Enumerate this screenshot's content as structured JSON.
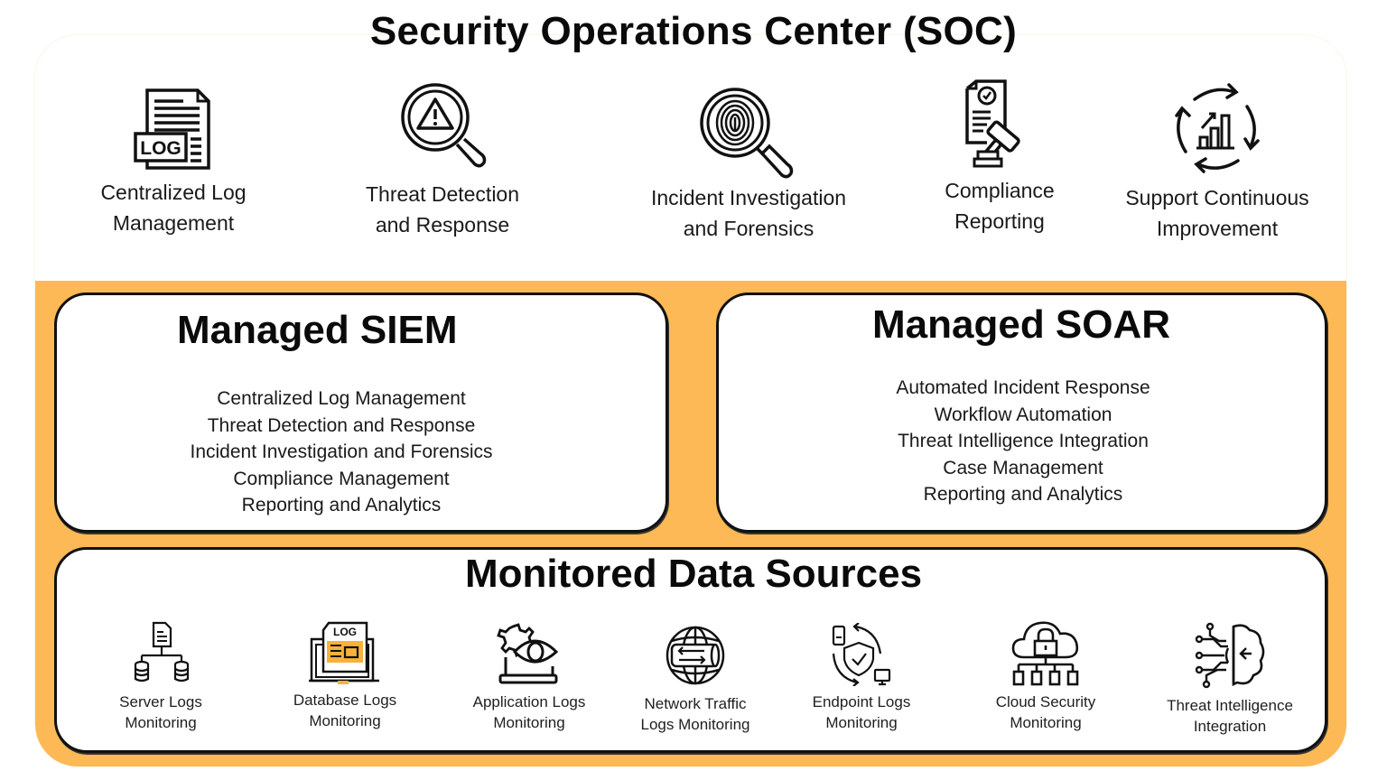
{
  "title": "Security Operations Center (SOC)",
  "colors": {
    "accent_orange": "#FDB955",
    "border": "#111111",
    "background": "#FFFFFF"
  },
  "soc_features": [
    {
      "icon": "log-document-icon",
      "line1": "Centralized Log",
      "line2": "Management"
    },
    {
      "icon": "threat-magnifier-icon",
      "line1": "Threat Detection",
      "line2": "and Response"
    },
    {
      "icon": "fingerprint-magnifier-icon",
      "line1": "Incident Investigation",
      "line2": "and Forensics"
    },
    {
      "icon": "compliance-gavel-icon",
      "line1": "Compliance",
      "line2": "Reporting"
    },
    {
      "icon": "continuous-improvement-icon",
      "line1": "Support Continuous",
      "line2": "Improvement"
    }
  ],
  "siem": {
    "title": "Managed SIEM",
    "items": [
      "Centralized Log Management",
      "Threat Detection and Response",
      "Incident Investigation and Forensics",
      "Compliance Management",
      "Reporting and Analytics"
    ]
  },
  "soar": {
    "title": "Managed SOAR",
    "items": [
      "Automated Incident Response",
      "Workflow Automation",
      "Threat Intelligence Integration",
      "Case Management",
      "Reporting and Analytics"
    ]
  },
  "data_sources": {
    "title": "Monitored Data Sources",
    "items": [
      {
        "icon": "server-logs-icon",
        "line1": "Server Logs",
        "line2": "Monitoring"
      },
      {
        "icon": "database-logs-icon",
        "line1": "Database Logs",
        "line2": "Monitoring"
      },
      {
        "icon": "application-logs-icon",
        "line1": "Application Logs",
        "line2": "Monitoring"
      },
      {
        "icon": "network-traffic-icon",
        "line1": "Network Traffic",
        "line2": "Logs Monitoring"
      },
      {
        "icon": "endpoint-logs-icon",
        "line1": "Endpoint Logs",
        "line2": "Monitoring"
      },
      {
        "icon": "cloud-security-icon",
        "line1": "Cloud Security",
        "line2": "Monitoring"
      },
      {
        "icon": "threat-intelligence-icon",
        "line1": "Threat Intelligence",
        "line2": "Integration"
      }
    ]
  },
  "icon_labels": {
    "log_badge": "LOG"
  }
}
